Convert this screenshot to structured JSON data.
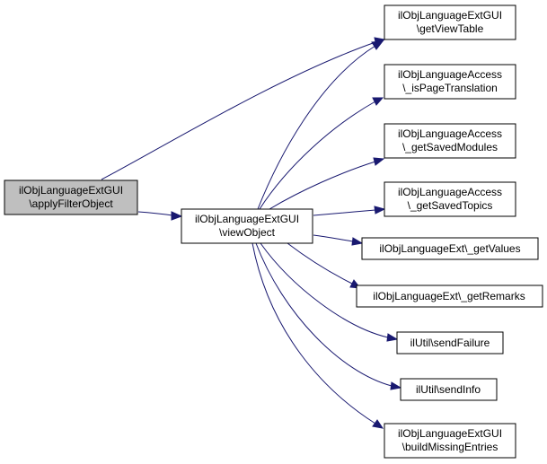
{
  "colors": {
    "node_fill": "#ffffff",
    "root_fill": "#bfbfbf",
    "border": "#000000",
    "edge": "#191970"
  },
  "nodes": {
    "apply": {
      "line1": "ilObjLanguageExtGUI",
      "line2": "\\applyFilterObject"
    },
    "view": {
      "line1": "ilObjLanguageExtGUI",
      "line2": "\\viewObject"
    },
    "getViewTable": {
      "line1": "ilObjLanguageExtGUI",
      "line2": "\\getViewTable"
    },
    "isPageTranslation": {
      "line1": "ilObjLanguageAccess",
      "line2": "\\_isPageTranslation"
    },
    "getSavedModules": {
      "line1": "ilObjLanguageAccess",
      "line2": "\\_getSavedModules"
    },
    "getSavedTopics": {
      "line1": "ilObjLanguageAccess",
      "line2": "\\_getSavedTopics"
    },
    "getValues": {
      "line1": "ilObjLanguageExt\\_getValues"
    },
    "getRemarks": {
      "line1": "ilObjLanguageExt\\_getRemarks"
    },
    "sendFailure": {
      "line1": "ilUtil\\sendFailure"
    },
    "sendInfo": {
      "line1": "ilUtil\\sendInfo"
    },
    "buildMissingEntries": {
      "line1": "ilObjLanguageExtGUI",
      "line2": "\\buildMissingEntries"
    }
  }
}
